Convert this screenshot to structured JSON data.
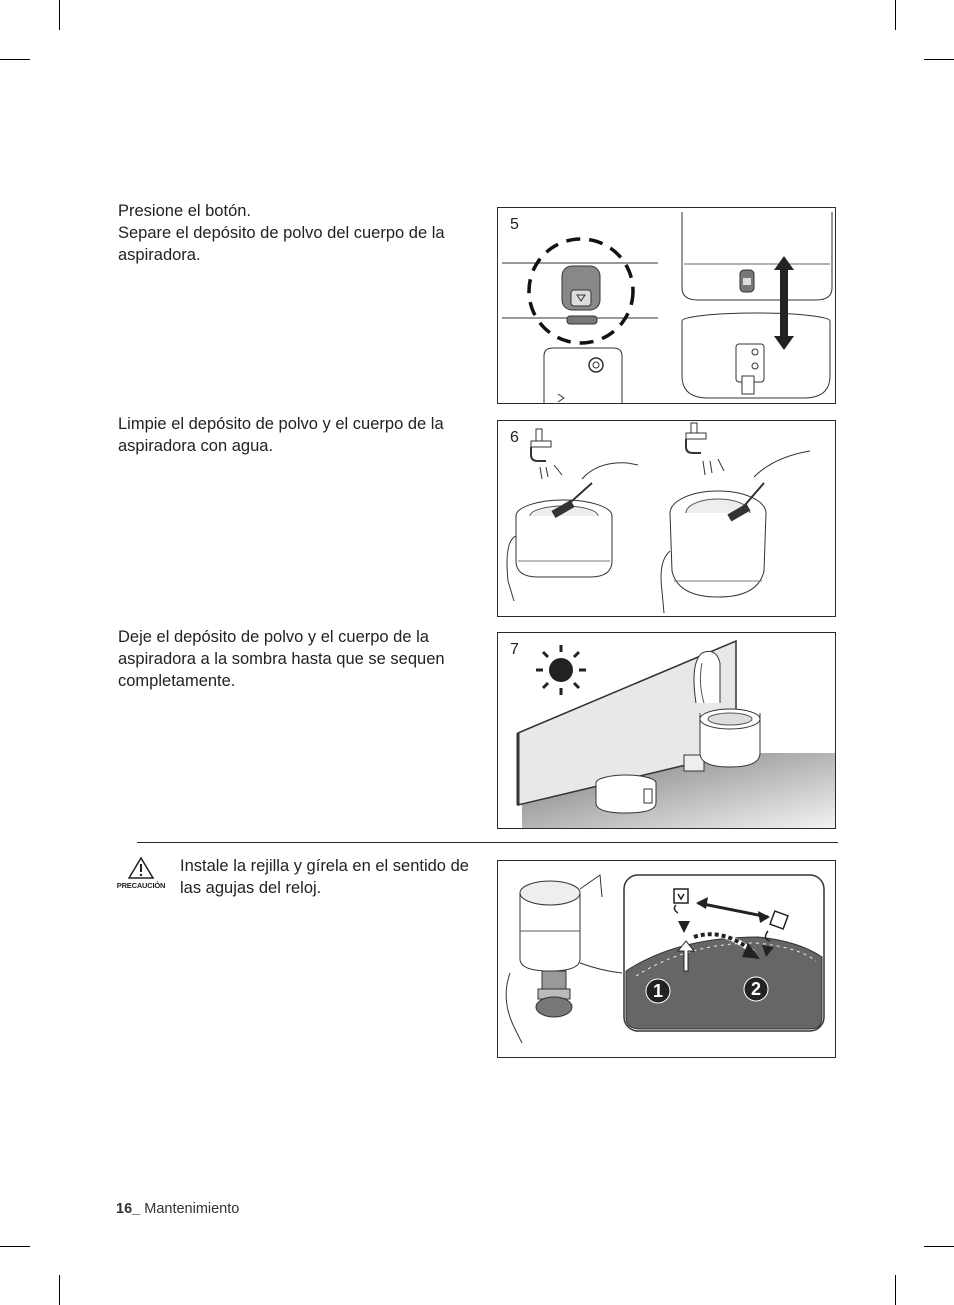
{
  "steps": [
    {
      "number": "5",
      "lines": [
        "Presione el botón.",
        "Separe el depósito de polvo del cuerpo de la aspiradora."
      ]
    },
    {
      "number": "6",
      "lines": [
        "Limpie el depósito de polvo y el cuerpo de la aspiradora con agua."
      ]
    },
    {
      "number": "7",
      "lines": [
        "Deje el depósito de polvo y el cuerpo de la aspiradora a la sombra hasta que se sequen completamente."
      ]
    }
  ],
  "caution": {
    "label": "PRECAUCIÓN",
    "text": "Instale la rejilla y gírela en el sentido de las agujas del reloj.",
    "callout_1": "1",
    "callout_2": "2"
  },
  "footer": {
    "page_number": "16",
    "section": "Mantenimiento"
  }
}
